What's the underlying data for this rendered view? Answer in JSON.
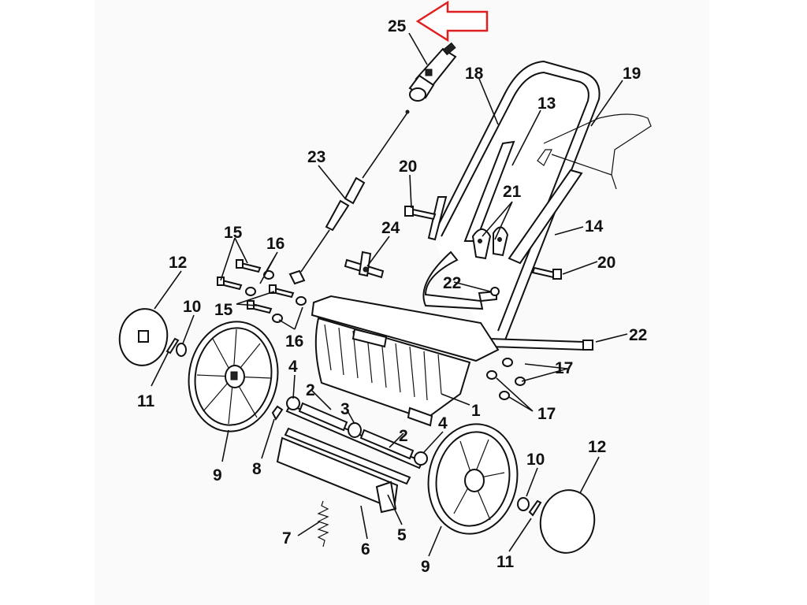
{
  "diagram": {
    "labels": {
      "l25": "25",
      "l18": "18",
      "l19": "19",
      "l13": "13",
      "l23": "23",
      "l20a": "20",
      "l21": "21",
      "l14": "14",
      "l24": "24",
      "l15a": "15",
      "l16a": "16",
      "l12a": "12",
      "l20b": "20",
      "l22a": "22",
      "l10a": "10",
      "l15b": "15",
      "l16b": "16",
      "l22b": "22",
      "l4a": "4",
      "l17a": "17",
      "l11a": "11",
      "l2a": "2",
      "l3": "3",
      "l1": "1",
      "l17b": "17",
      "l4b": "4",
      "l2b": "2",
      "l9a": "9",
      "l8": "8",
      "l10b": "10",
      "l12b": "12",
      "l7": "7",
      "l6": "6",
      "l5": "5",
      "l9b": "9",
      "l11b": "11"
    },
    "arrow_color": "#e02020"
  }
}
